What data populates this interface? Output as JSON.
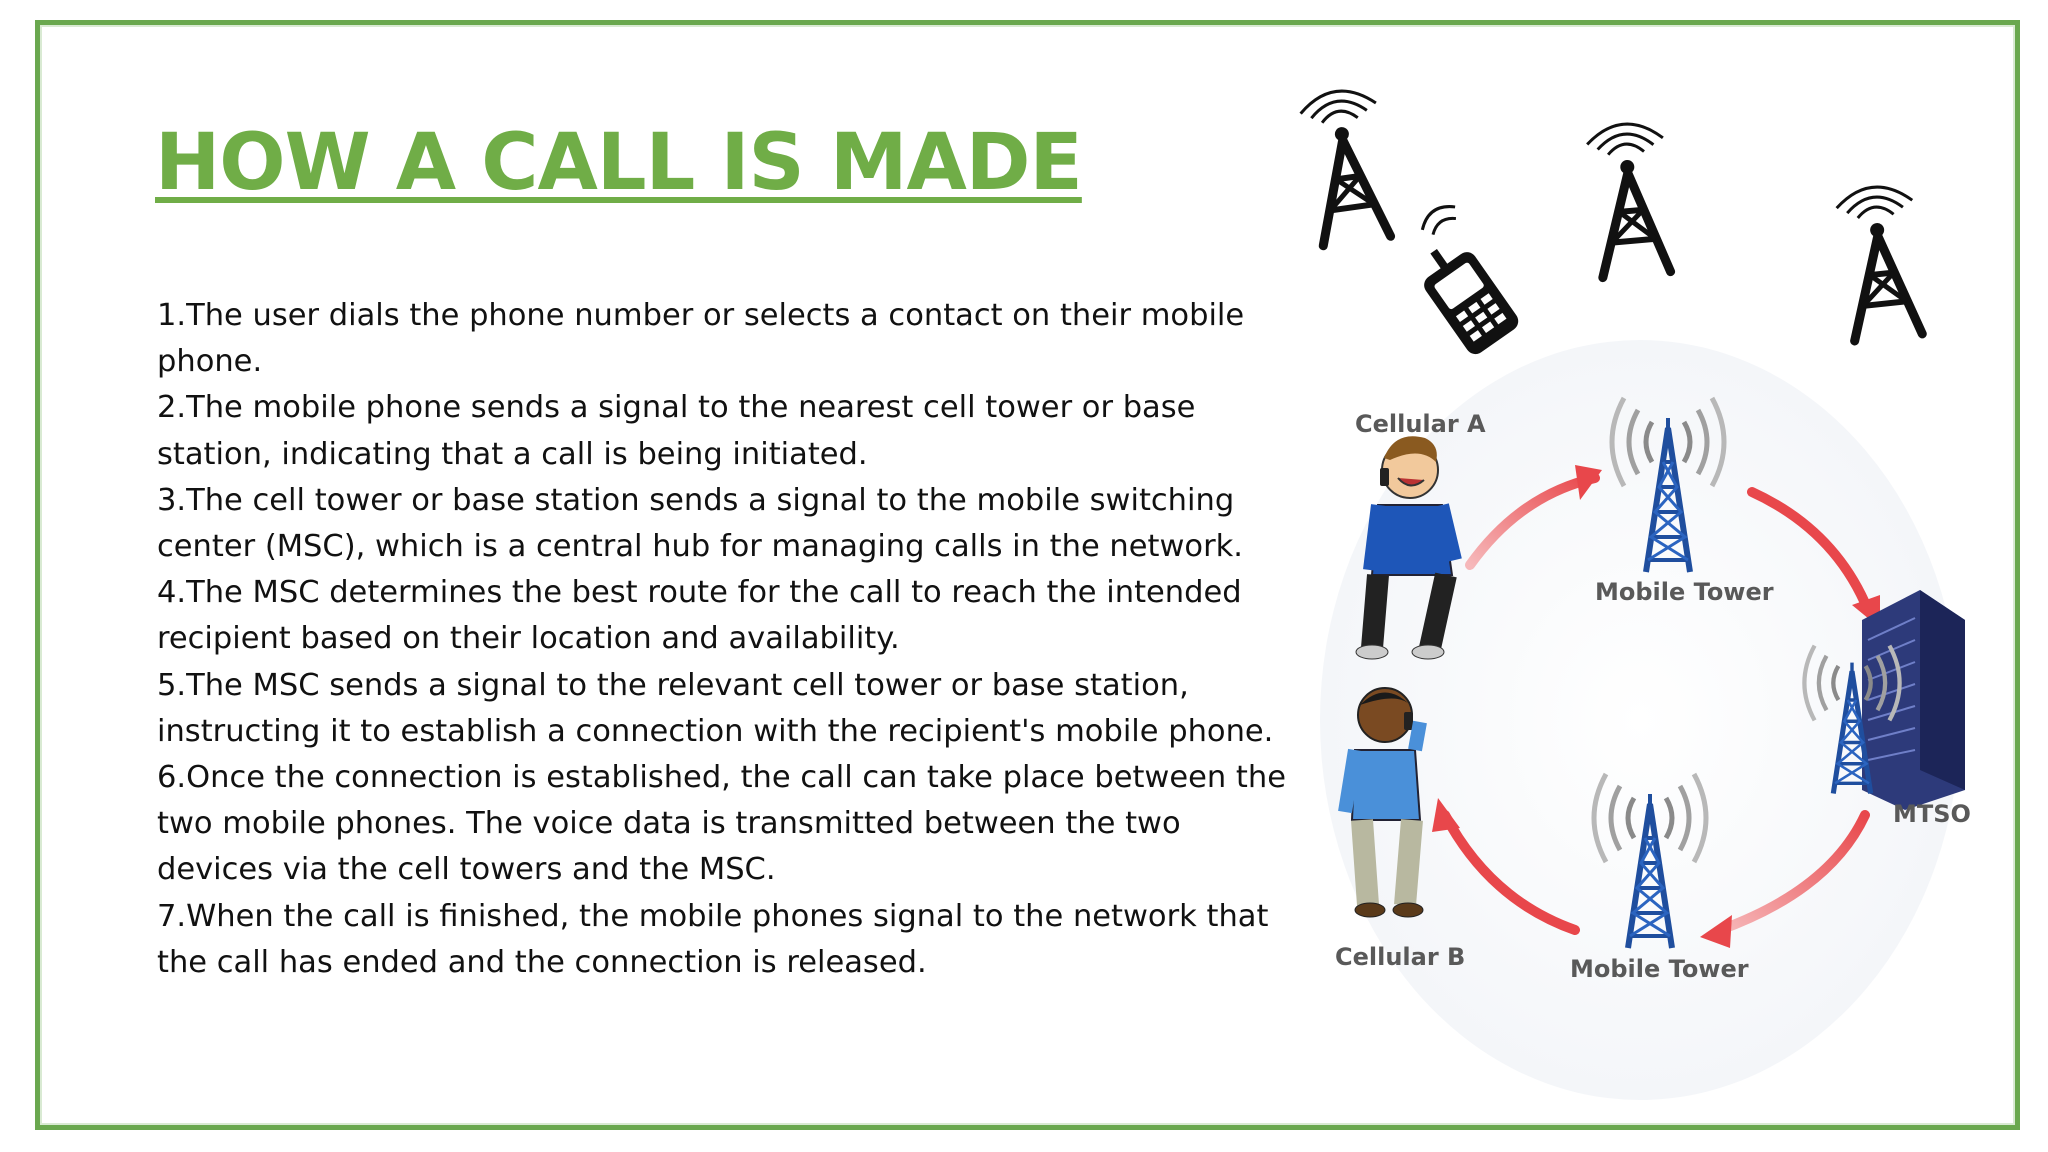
{
  "slide": {
    "title": "HOW A CALL IS MADE",
    "steps": [
      "1.The user dials the phone number or selects a contact on their mobile phone.",
      "2.The mobile phone sends a signal to the nearest cell tower or base station, indicating that a call is being initiated.",
      "3.The cell tower or base station sends a signal to the mobile switching center (MSC), which is a central hub for managing calls in the network.",
      "4.The MSC determines the best route for the call to reach the intended recipient based on their location and availability.",
      "5.The MSC sends a signal to the relevant cell tower or base station, instructing it to establish a connection with the recipient's mobile phone.",
      "6.Once the connection is established, the call can take place between the two mobile phones. The voice data is transmitted between the two devices via the cell towers and the MSC.",
      "7.When the call is finished, the mobile phones signal to the network that the call has ended and the connection is released."
    ]
  },
  "diagram": {
    "labels": {
      "cellular_a": "Cellular A",
      "cellular_b": "Cellular B",
      "tower_top": "Mobile Tower",
      "tower_bottom": "Mobile Tower",
      "mtso": "MTSO"
    },
    "icons": [
      "tower-icon",
      "mobile-phone-icon",
      "person-icon",
      "building-icon",
      "arrow-icon"
    ]
  },
  "colors": {
    "accent_green": "#70ad47",
    "frame_green": "#6aa84f",
    "arrow_red": "#e8474b",
    "tower_blue": "#1f4e9e"
  }
}
